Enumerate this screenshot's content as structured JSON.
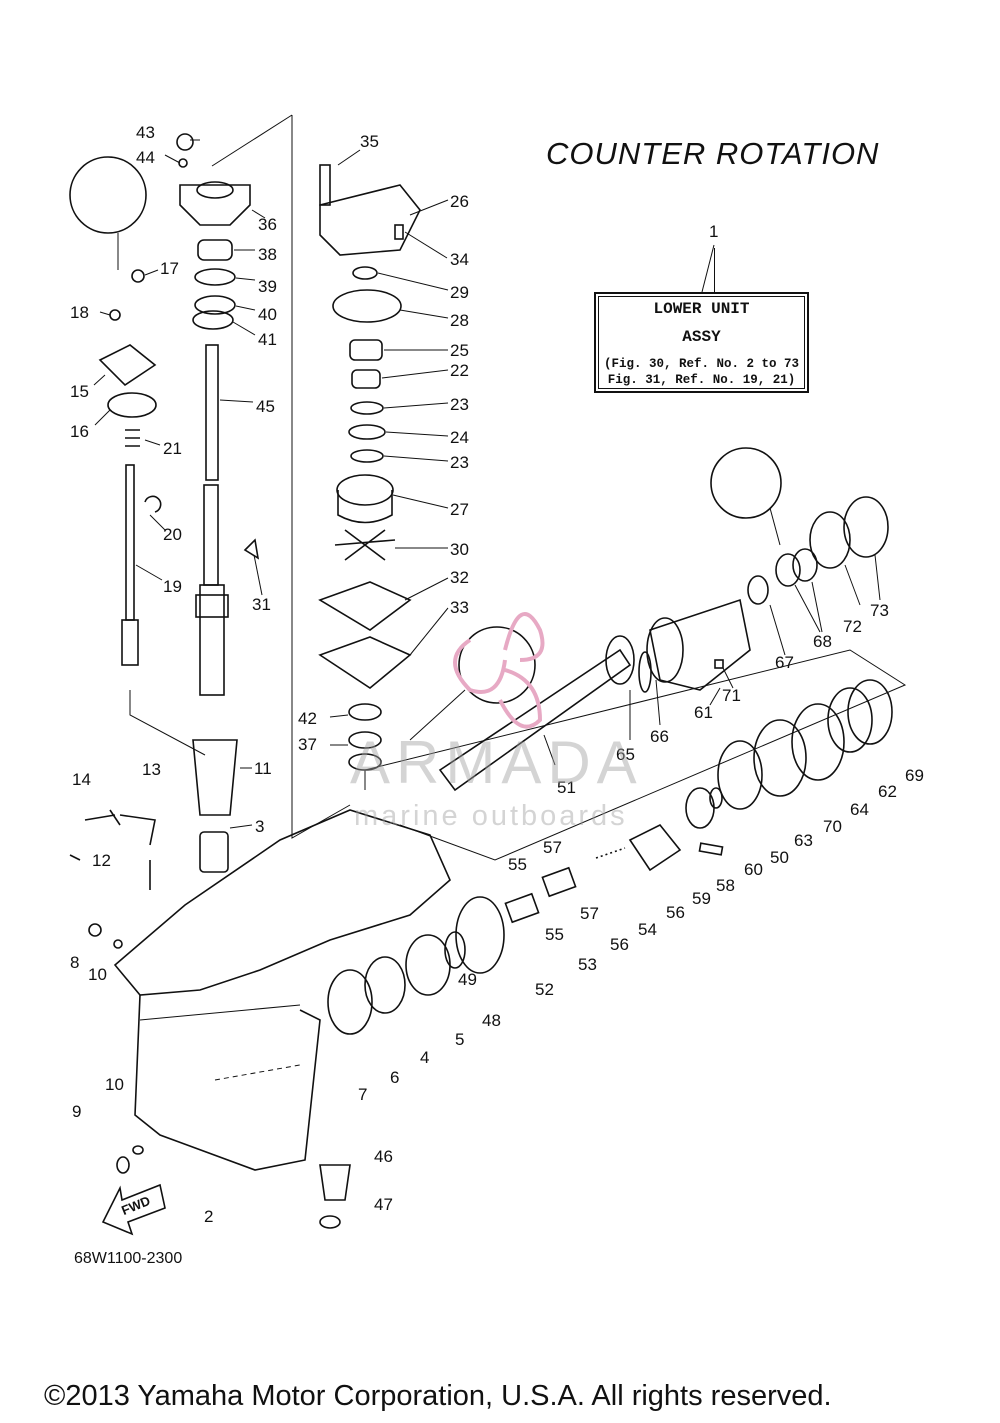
{
  "title": "COUNTER ROTATION",
  "assembly_box": {
    "ref": "1",
    "line1": "LOWER UNIT",
    "line2": "ASSY",
    "line3": "(Fig. 30, Ref. No. 2 to 73",
    "line4": "Fig. 31, Ref. No. 19, 21)"
  },
  "figure_code": "68W1100-2300",
  "copyright": "©2013 Yamaha Motor Corporation, U.S.A. All rights reserved.",
  "watermark": {
    "brand": "ARMADA",
    "tagline": "marine outboards"
  },
  "fwd_arrow": "FWD",
  "callouts": [
    "43",
    "44",
    "36",
    "38",
    "39",
    "40",
    "41",
    "45",
    "17",
    "18",
    "15",
    "16",
    "21",
    "20",
    "19",
    "31",
    "35",
    "26",
    "34",
    "29",
    "28",
    "25",
    "22",
    "23",
    "24",
    "23",
    "27",
    "30",
    "32",
    "33",
    "42",
    "37",
    "11",
    "3",
    "14",
    "13",
    "12",
    "8",
    "10",
    "10",
    "9",
    "2",
    "46",
    "47",
    "7",
    "6",
    "4",
    "5",
    "49",
    "48",
    "52",
    "55",
    "57",
    "55",
    "57",
    "53",
    "56",
    "54",
    "56",
    "59",
    "58",
    "60",
    "50",
    "63",
    "70",
    "64",
    "62",
    "69",
    "65",
    "51",
    "66",
    "61",
    "71",
    "67",
    "68",
    "72",
    "73"
  ]
}
